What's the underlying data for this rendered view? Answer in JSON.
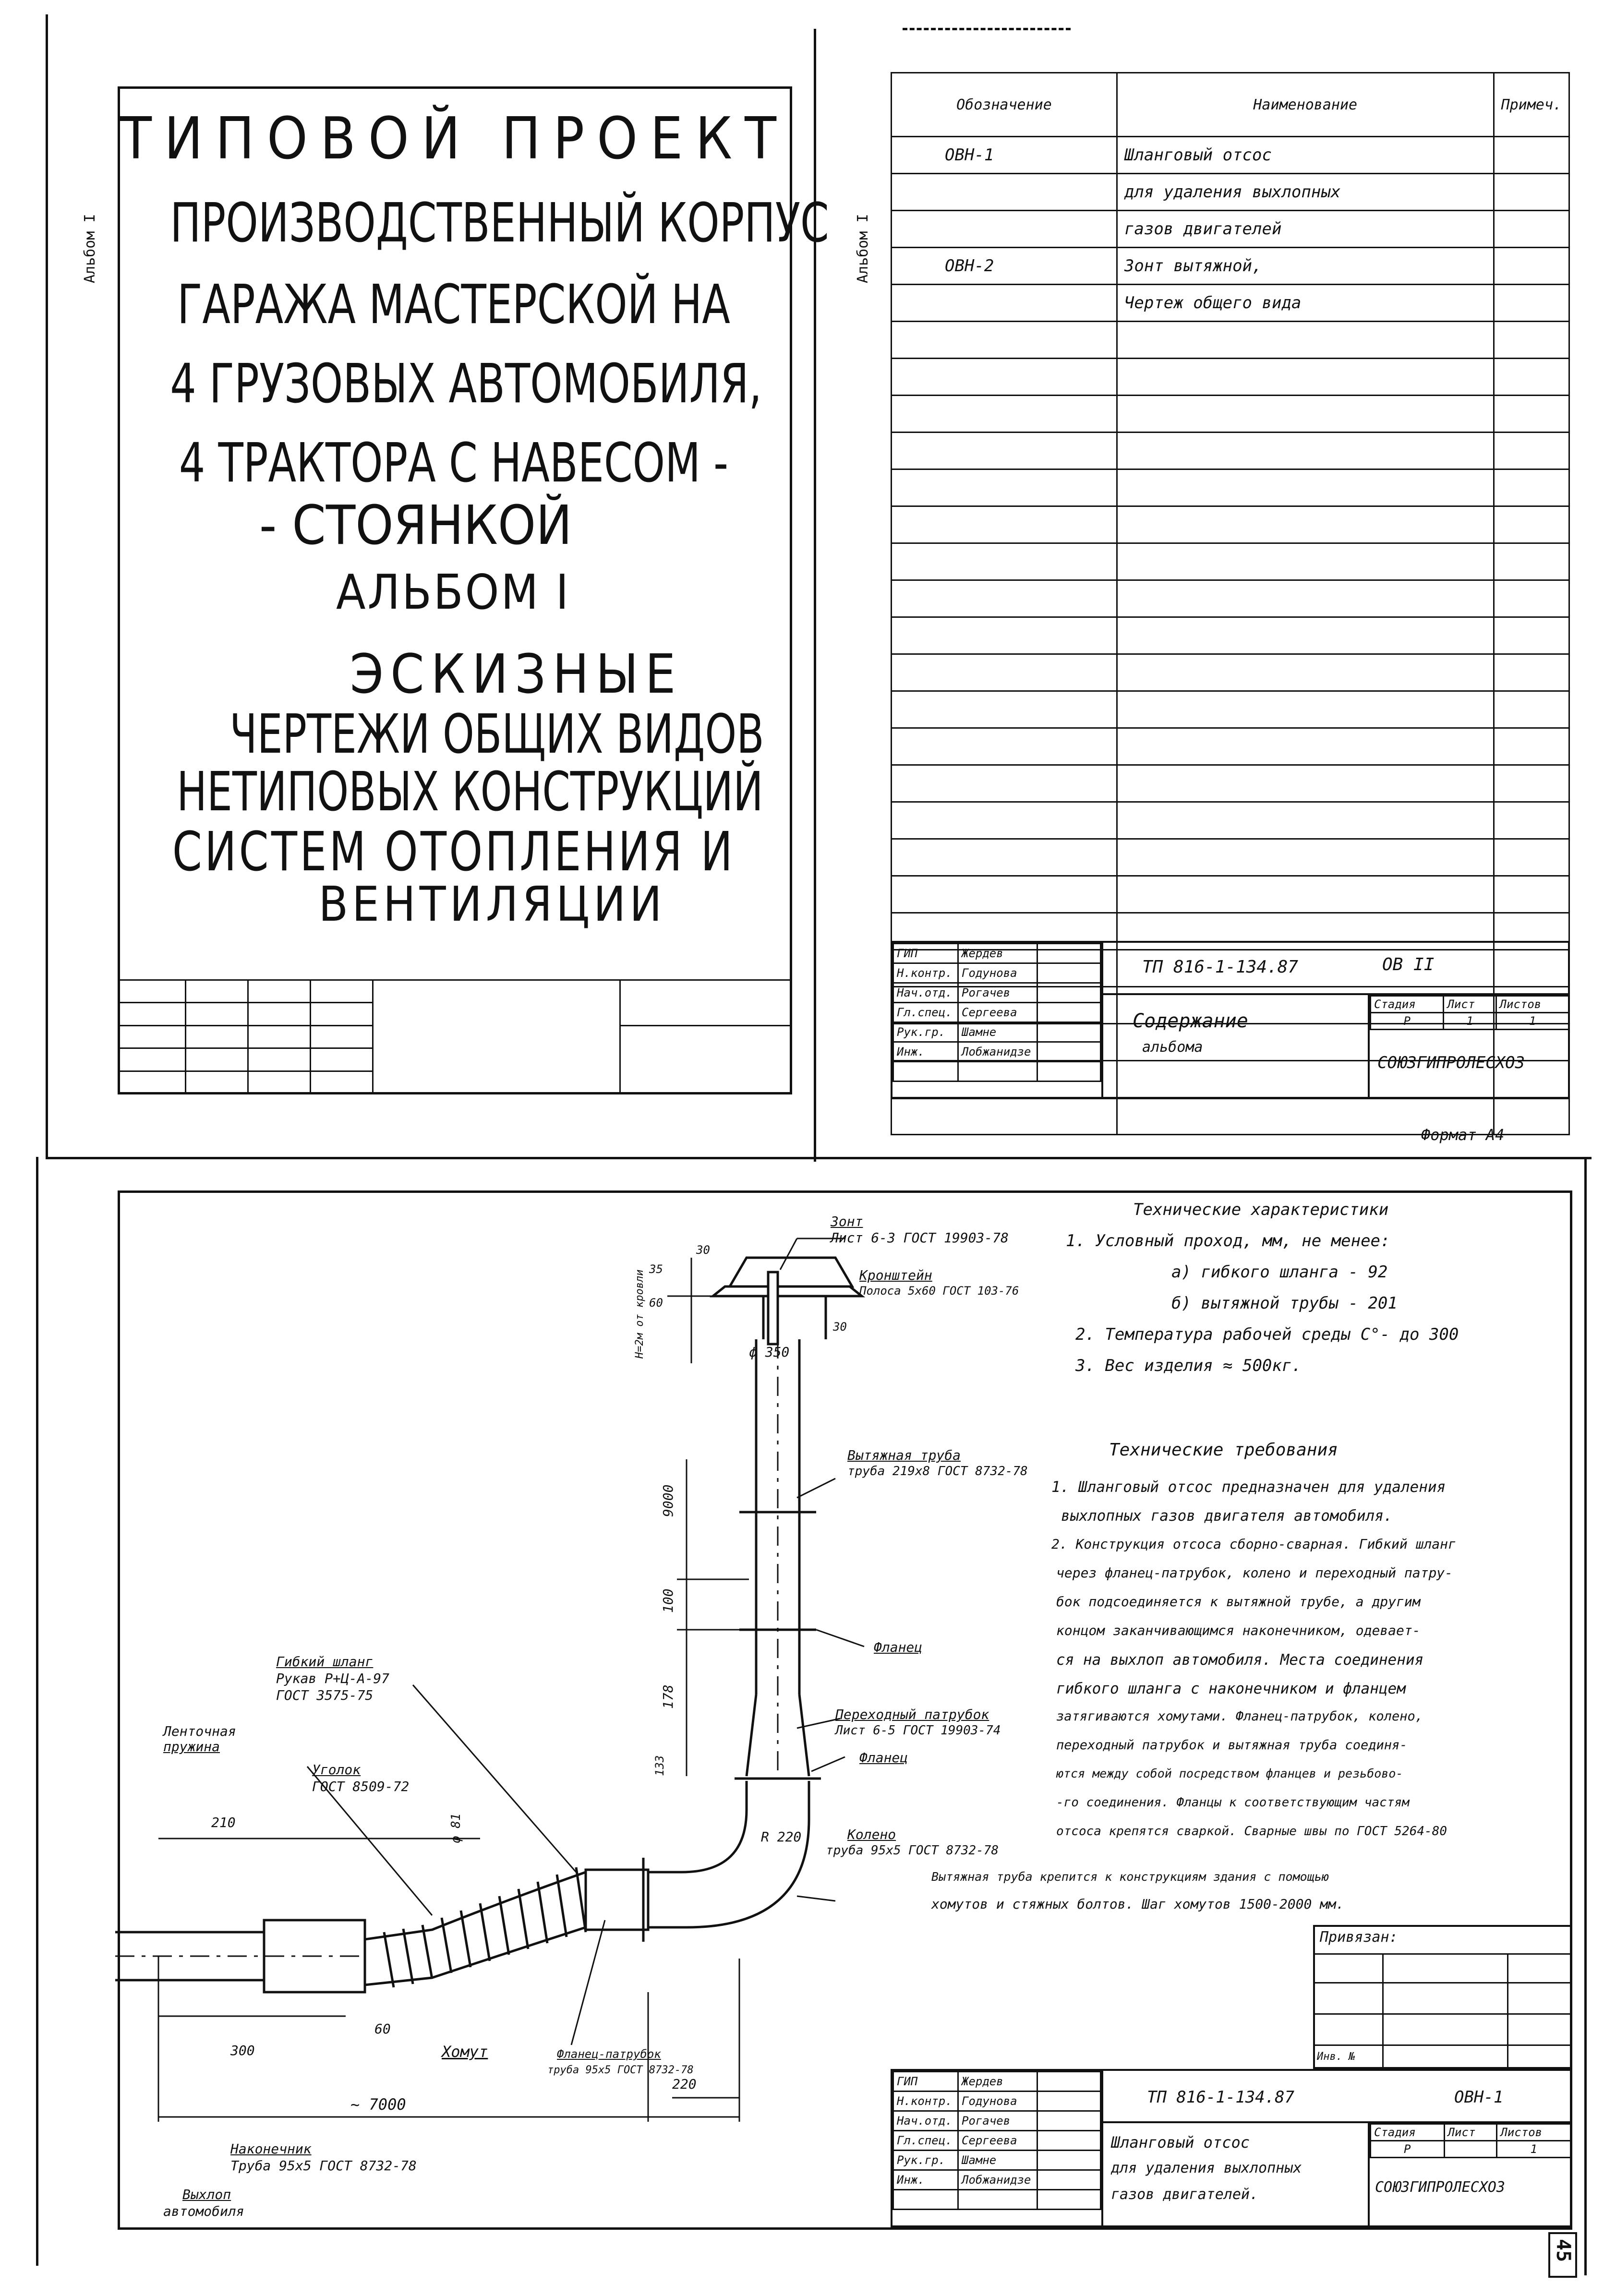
{
  "top_sheet": {
    "side_label_left": "Альбом I",
    "side_label_right": "Альбом I",
    "cover": {
      "line1": "ТИПОВОЙ ПРОЕКТ",
      "line2": "ПРОИЗВОДСТВЕННЫЙ КОРПУС",
      "line3": "ГАРАЖА МАСТЕРСКОЙ НА",
      "line4": "4 ГРУЗОВЫХ АВТОМОБИЛЯ,",
      "line5": "4 ТРАКТОРА С НАВЕСОМ -",
      "line6": "- СТОЯНКОЙ",
      "line7": "АЛЬБОМ I",
      "line8": "ЭСКИЗНЫЕ",
      "line9": "ЧЕРТЕЖИ ОБЩИХ ВИДОВ",
      "line10": "НЕТИПОВЫХ КОНСТРУКЦИЙ",
      "line11": "СИСТЕМ ОТОПЛЕНИЯ И",
      "line12": "ВЕНТИЛЯЦИИ"
    },
    "contents": {
      "headers": [
        "Обозначение",
        "Наименование",
        "Примеч."
      ],
      "rows": [
        [
          "ОВН-1",
          "Шланговый отсос",
          ""
        ],
        [
          "",
          "для удаления выхлопных",
          ""
        ],
        [
          "",
          "газов двигателей",
          ""
        ],
        [
          "ОВН-2",
          "Зонт вытяжной,",
          ""
        ],
        [
          "",
          "Чертеж общего вида",
          ""
        ]
      ]
    },
    "stamp": {
      "roles": [
        "ГИП",
        "Н.контр.",
        "Нач.отд.",
        "Гл.спец.",
        "Рук.гр.",
        "Инж."
      ],
      "names": [
        "Жердев",
        "Годунова",
        "Рогачев",
        "Сергеева",
        "Шамне",
        "Лобжанидзе"
      ],
      "code": "ТП 816-1-134.87",
      "mark": "ОВ II",
      "title_line1": "Содержание",
      "title_line2": "альбома",
      "stage_hdr": "Стадия",
      "sheet_hdr": "Лист",
      "sheets_hdr": "Листов",
      "stage": "Р",
      "sheet": "1",
      "sheets": "1",
      "org": "СОЮЗГИПРОЛЕСХОЗ"
    },
    "format": "Формат А4"
  },
  "bottom_sheet": {
    "tech_char": {
      "title": "Технические характеристики",
      "l1": "1. Условный проход, мм, не менее:",
      "l2": "а) гибкого шланга - 92",
      "l3": "б) вытяжной трубы - 201",
      "l4": "2. Температура рабочей среды С°- до 300",
      "l5": "3. Вес изделия ≈ 500кг."
    },
    "tech_req": {
      "title": "Технические требования",
      "lines": [
        "1. Шланговый отсос предназначен для удаления",
        "выхлопных газов двигателя автомобиля.",
        "2. Конструкция отсоса сборно-сварная. Гибкий шланг",
        "через фланец-патрубок, колено и переходный патру-",
        "бок подсоединяется к вытяжной трубе, а другим",
        "концом заканчивающимся наконечником, одевает-",
        "ся на выхлоп автомобиля. Места соединения",
        "гибкого шланга с наконечником и фланцем",
        "затягиваются хомутами. Фланец-патрубок, колено,",
        "переходный патрубок и вытяжная труба соединя-",
        "ются между собой посредством фланцев и резьбово-",
        "-го соединения. Фланцы к соответствующим частям",
        "отсоса крепятся сваркой. Сварные швы по ГОСТ 5264-80",
        "Вытяжная труба крепится к конструкциям здания с помощью",
        "хомутов и стяжных болтов. Шаг хомутов 1500-2000 мм."
      ]
    },
    "labels": {
      "zont": "Зонт",
      "zont_ref": "Лист 6-3 ГОСТ 19903-78",
      "kronshtein": "Кронштейн",
      "kronshtein_ref": "Полоса 5х60 ГОСТ 103-76",
      "vyt_truba": "Вытяжная труба",
      "vyt_truba_ref": "труба 219х8 ГОСТ 8732-78",
      "flanec1": "Фланец",
      "perehod": "Переходный патрубок",
      "perehod_ref": "Лист 6-5 ГОСТ 19903-74",
      "flanec2": "Фланец",
      "koleno": "Колено",
      "koleno_ref": "труба 95х5 ГОСТ 8732-78",
      "flanec_patr": "Фланец-патрубок",
      "flanec_patr_ref": "труба 95х5 ГОСТ 8732-78",
      "gibkiy": "Гибкий шланг",
      "gibkiy_ref1": "Рукав Р+Ц-А-97",
      "gibkiy_ref2": "ГОСТ 3575-75",
      "lent": "Ленточная",
      "lent2": "пружина",
      "ugolok": "Уголок",
      "ugolok_ref": "ГОСТ 8509-72",
      "homut": "Хомут",
      "nakonech": "Наконечник",
      "nakonech_ref": "Труба 95х5 ГОСТ 8732-78",
      "vyhlop": "Выхлоп",
      "vyhlop2": "автомобиля",
      "dim_30": "30",
      "dim_35": "35",
      "dim_60": "60",
      "dim_h": "Н=2м от кровли",
      "dim_350": "ϕ 350",
      "dim_30b": "30",
      "dim_9000": "9000",
      "dim_100": "100",
      "dim_178": "178",
      "dim_133": "133",
      "dim_210": "210",
      "dim_81": "ϕ 81",
      "dim_60b": "60",
      "dim_300": "300",
      "dim_7000": "~ 7000",
      "dim_220a": "R 220",
      "dim_220b": "220"
    },
    "privyazan": "Привязан:",
    "inv": "Инв. №",
    "stamp": {
      "roles": [
        "ГИП",
        "Н.контр.",
        "Нач.отд.",
        "Гл.спец.",
        "Рук.гр.",
        "Инж."
      ],
      "names": [
        "Жердев",
        "Годунова",
        "Рогачев",
        "Сергеева",
        "Шамне",
        "Лобжанидзе"
      ],
      "code": "ТП 816-1-134.87",
      "mark": "ОВН-1",
      "title_line1": "Шланговый отсос",
      "title_line2": "для удаления выхлопных",
      "title_line3": "газов двигателей.",
      "stage_hdr": "Стадия",
      "sheet_hdr": "Лист",
      "sheets_hdr": "Листов",
      "stage": "Р",
      "sheet": "",
      "sheets": "1",
      "org": "СОЮЗГИПРОЛЕСХОЗ"
    },
    "page_number": "45"
  }
}
